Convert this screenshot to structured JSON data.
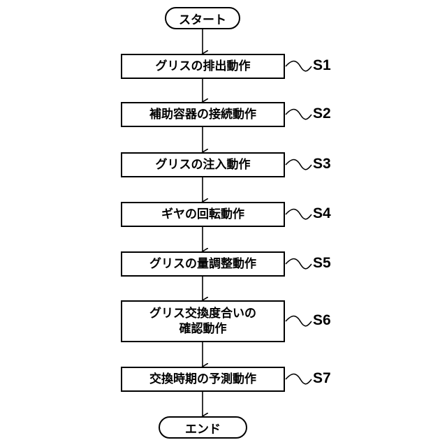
{
  "flowchart": {
    "start_label": "スタート",
    "end_label": "エンド",
    "steps": [
      {
        "id": "S1",
        "lines": [
          "グリスの排出動作"
        ]
      },
      {
        "id": "S2",
        "lines": [
          "補助容器の接続動作"
        ]
      },
      {
        "id": "S3",
        "lines": [
          "グリスの注入動作"
        ]
      },
      {
        "id": "S4",
        "lines": [
          "ギヤの回転動作"
        ]
      },
      {
        "id": "S5",
        "lines": [
          "グリスの量調整動作"
        ]
      },
      {
        "id": "S6",
        "lines": [
          "グリス交換度合いの",
          "確認動作"
        ]
      },
      {
        "id": "S7",
        "lines": [
          "交換時期の予測動作"
        ]
      }
    ]
  }
}
